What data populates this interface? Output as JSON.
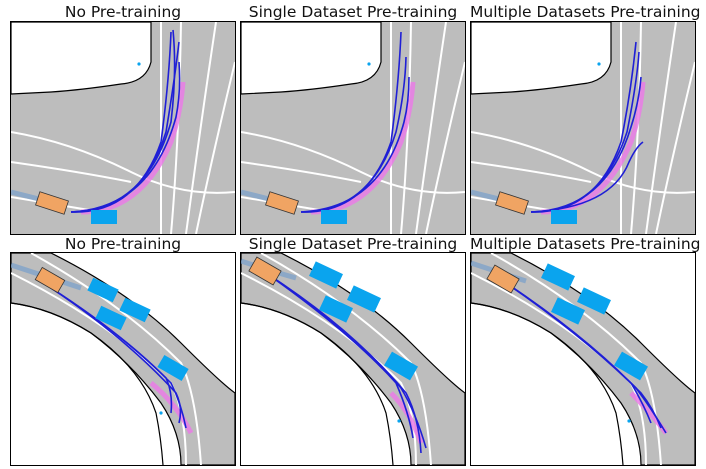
{
  "rows": [
    {
      "titles": [
        "No Pre-training",
        "Single Dataset Pre-training",
        "Multiple Datasets Pre-training"
      ]
    },
    {
      "titles": [
        "No Pre-training",
        "Single Dataset Pre-training",
        "Multiple Datasets Pre-training"
      ]
    }
  ],
  "colors": {
    "road": "#bdbdbd",
    "offroad": "#ffffff",
    "lane_line": "#ffffff",
    "ego_vehicle": "#f0a463",
    "other_vehicle": "#0aa4ee",
    "prediction": "#1f1fd6",
    "ground_truth": "#ea7de6",
    "history": "#7fa3c9"
  }
}
